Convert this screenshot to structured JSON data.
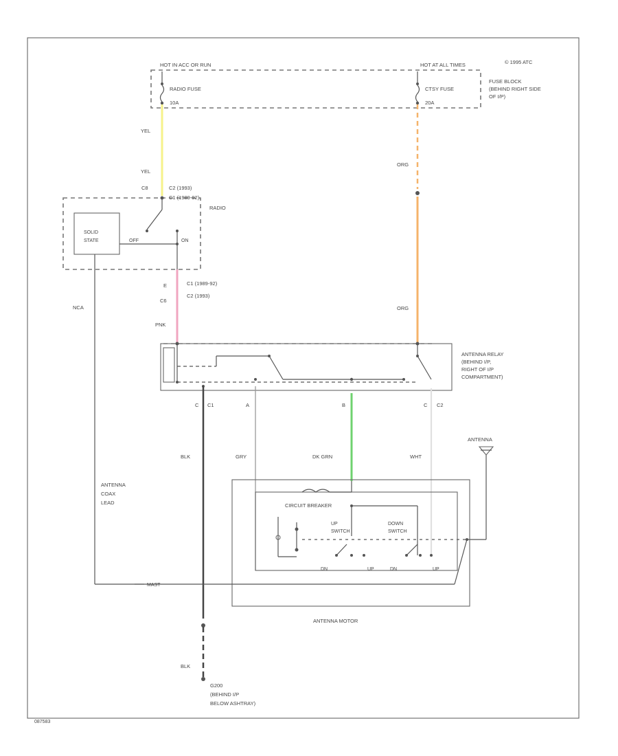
{
  "copyright": "© 1995 ATC",
  "fuse_block": {
    "label": "FUSE BLOCK (BEHIND RIGHT SIDE OF I/P)",
    "left_hot": "HOT IN ACC OR RUN",
    "left_fuse": "RADIO FUSE",
    "left_amp": "10A",
    "right_hot": "HOT AT ALL TIMES",
    "right_fuse": "CTSY FUSE",
    "right_amp": "20A"
  },
  "wires": {
    "yel1": "YEL",
    "yel2": "YEL",
    "org1": "ORG",
    "org2": "ORG",
    "pnk": "PNK",
    "nca": "NCA",
    "blk1": "BLK",
    "blk2": "BLK",
    "gry": "GRY",
    "dkgrn": "DK GRN",
    "wht": "WHT"
  },
  "wire_colors": {
    "yellow": "#f6f28a",
    "orange": "#f5b36a",
    "pink": "#f0a6c0",
    "green": "#6fd26f",
    "white": "#e8e8e8"
  },
  "radio": {
    "label": "RADIO",
    "c8": "C8",
    "c2a": "C2 (1993)",
    "c1a": "C1 (1989-92)",
    "solid_state": "SOLID STATE",
    "off": "OFF",
    "on": "ON",
    "pin_e": "E",
    "c6": "C6",
    "c1b": "C1 (1989-92)",
    "c2b": "C2 (1993)"
  },
  "relay": {
    "label": "ANTENNA RELAY (BEHIND I/P, RIGHT OF I/P COMPARTMENT)",
    "pin_c1": "C",
    "conn_c1": "C1",
    "pin_a": "A",
    "pin_b": "B",
    "pin_c2": "C",
    "conn_c2": "C2"
  },
  "motor": {
    "title": "ANTENNA MOTOR",
    "circuit_breaker": "CIRCUIT BREAKER",
    "up_switch": "UP SWITCH",
    "down_switch": "DOWN SWITCH",
    "dn1": "DN",
    "up1": "UP",
    "dn2": "DN",
    "up2": "UP",
    "mast": "MAST"
  },
  "antenna": "ANTENNA",
  "antenna_coax": "ANTENNA COAX LEAD",
  "ground": "G200 (BEHIND I/P BELOW ASHTRAY)",
  "diagram_code": "087583"
}
